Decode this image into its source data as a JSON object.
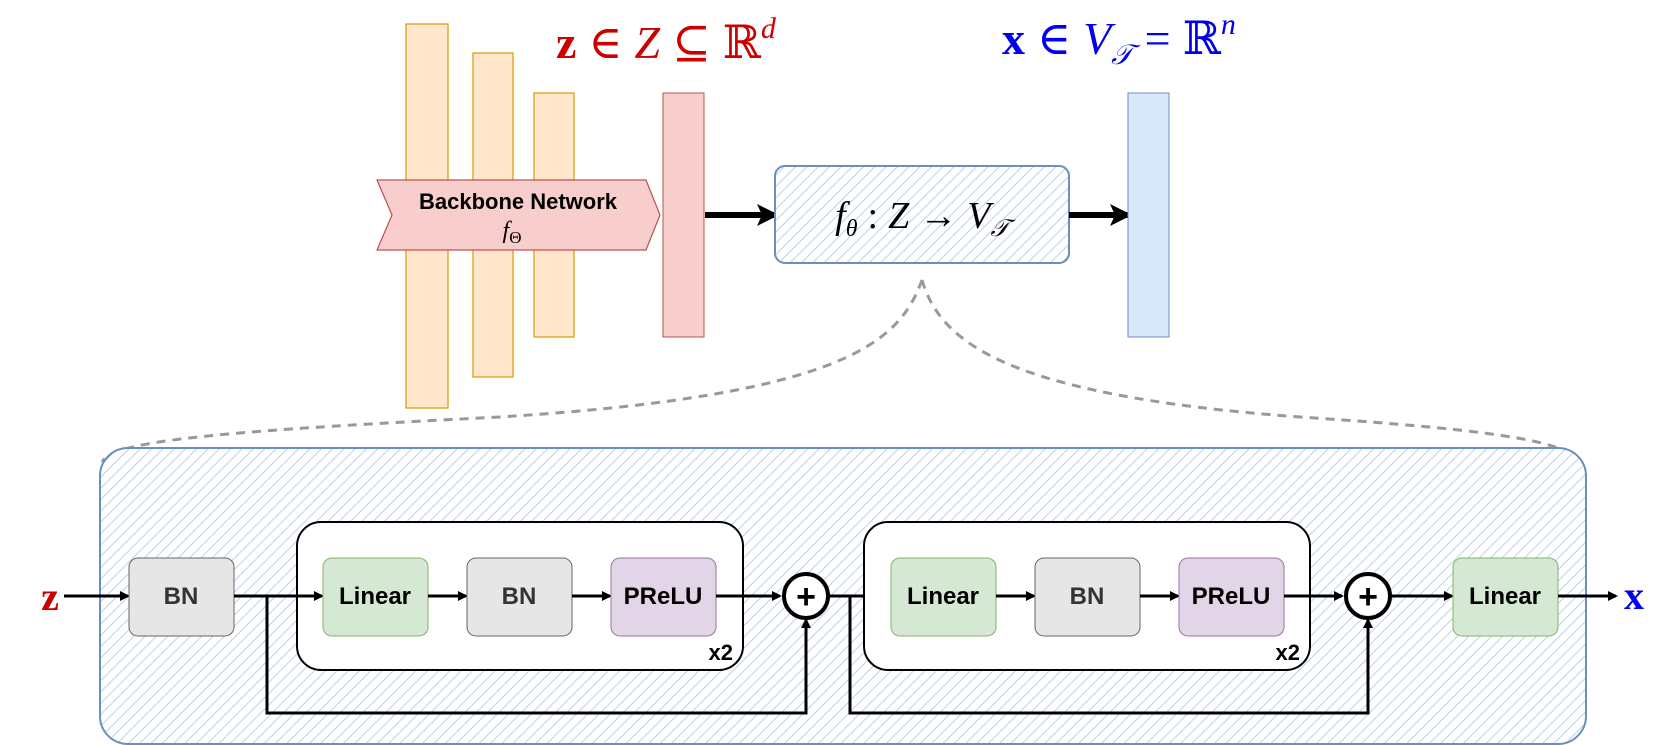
{
  "top": {
    "backbone": {
      "title": "Backbone Network",
      "symbol": "f",
      "symbol_sub": "Θ"
    },
    "z_label": {
      "var": "z",
      "in": "∈",
      "set": "Z",
      "subseteq": "⊆",
      "field": "ℝ",
      "exp": "d"
    },
    "x_label": {
      "var": "x",
      "in": "∈",
      "set": "V",
      "set_sub": "𝒯",
      "eq": "=",
      "field": "ℝ",
      "exp": "n"
    },
    "head": {
      "f": "f",
      "sub": "θ",
      "colon": ":",
      "from": "Z",
      "arrow": "→",
      "to": "V",
      "to_sub": "𝒯"
    }
  },
  "bottom": {
    "input_label": "z",
    "output_label": "x",
    "input_bn": "BN",
    "block1": {
      "linear": "Linear",
      "bn": "BN",
      "prelu": "PReLU",
      "repeat": "x2"
    },
    "block2": {
      "linear": "Linear",
      "bn": "BN",
      "prelu": "PReLU",
      "repeat": "x2"
    },
    "add_symbol": "+",
    "final_linear": "Linear"
  },
  "colors": {
    "backbone_bar_fill": "#ffe6cc",
    "backbone_bar_stroke": "#d79b00",
    "backbone_label_fill": "#f8cecc",
    "backbone_label_stroke": "#b85450",
    "z_vector_fill": "#f8cecc",
    "x_vector_fill": "#dae8fc",
    "z_text": "#cc0000",
    "x_text": "#0000ee",
    "hatch_stroke": "#6c8ebf",
    "linear_fill": "#d5e8d4",
    "linear_stroke": "#82b366",
    "bn_fill": "#e6e6e6",
    "bn_stroke": "#666666",
    "prelu_fill": "#e1d5e7",
    "prelu_stroke": "#9673a6"
  }
}
